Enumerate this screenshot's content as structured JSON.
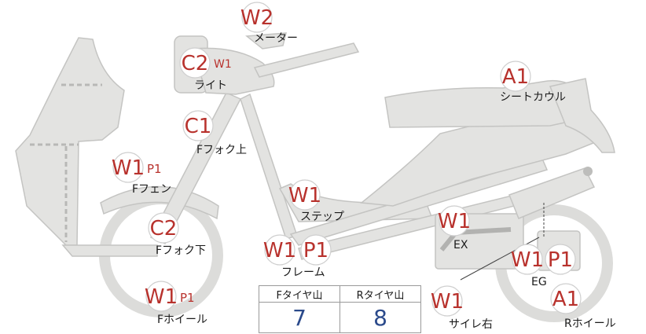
{
  "parts": [
    {
      "id": "meter",
      "codes": [
        "W2"
      ],
      "label": "メーター"
    },
    {
      "id": "light",
      "codes": [
        "C2",
        "W1"
      ],
      "label": "ライト"
    },
    {
      "id": "fork-upper",
      "codes": [
        "C1"
      ],
      "label": "Fフォク上"
    },
    {
      "id": "fender",
      "codes": [
        "W1",
        "P1"
      ],
      "label": "Fフェン"
    },
    {
      "id": "fork-lower",
      "codes": [
        "C2"
      ],
      "label": "Fフォク下"
    },
    {
      "id": "front-wheel",
      "codes": [
        "W1",
        "P1"
      ],
      "label": "Fホイール"
    },
    {
      "id": "step",
      "codes": [
        "W1"
      ],
      "label": "ステップ"
    },
    {
      "id": "frame",
      "codes": [
        "W1",
        "P1"
      ],
      "label": "フレーム"
    },
    {
      "id": "seat-cowl",
      "codes": [
        "A1"
      ],
      "label": "シートカウル"
    },
    {
      "id": "exhaust",
      "codes": [
        "W1"
      ],
      "label": "EX"
    },
    {
      "id": "engine",
      "codes": [
        "W1",
        "P1"
      ],
      "label": "EG"
    },
    {
      "id": "muffler-right",
      "codes": [
        "W1"
      ],
      "label": "サイレ右"
    },
    {
      "id": "rear-wheel",
      "codes": [
        "A1"
      ],
      "label": "Rホイール"
    }
  ],
  "tire_table": {
    "headers": [
      "Fタイヤ山",
      "Rタイヤ山"
    ],
    "values": [
      "7",
      "8"
    ]
  },
  "colors": {
    "code": "#b8322d",
    "part": "#e3e3e1",
    "value": "#2b4a8b"
  }
}
